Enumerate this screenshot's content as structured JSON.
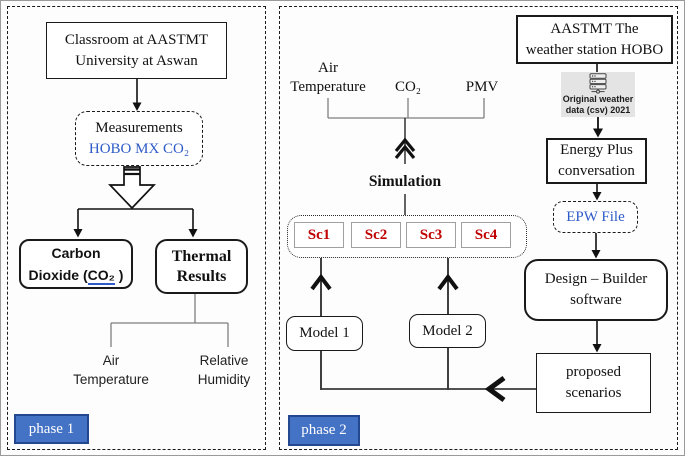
{
  "colors": {
    "accent_blue_text": "#2e5bc7",
    "scenario_red": "#c00000",
    "phase_badge_fill": "#4472c4",
    "phase_badge_border": "#24488f",
    "gray_connector": "#7f7f7f",
    "gray_box_fill": "#e4e4e4"
  },
  "phase1": {
    "badge": "phase 1",
    "classroom": {
      "line1": "Classroom at AASTMT",
      "line2": "University at Aswan"
    },
    "measurements": {
      "line1": "Measurements",
      "line2": "HOBO MX CO₂"
    },
    "carbon": {
      "line1": "Carbon",
      "line2_pre": "Dioxide (",
      "line2_u": "CO₂",
      "line2_post": " )"
    },
    "thermal": {
      "line1": "Thermal",
      "line2": "Results"
    },
    "air_temp": {
      "line1": "Air",
      "line2": "Temperature"
    },
    "rel_hum": {
      "line1": "Relative",
      "line2": "Humidity"
    }
  },
  "phase2": {
    "badge": "phase 2",
    "inputs": {
      "air_temp_line1": "Air",
      "air_temp_line2": "Temperature",
      "co2": "CO₂",
      "pmv": "PMV"
    },
    "simulation": "Simulation",
    "scenarios": [
      "Sc1",
      "Sc2",
      "Sc3",
      "Sc4"
    ],
    "model1": "Model 1",
    "model2": "Model 2",
    "weather_station": {
      "line1": "AASTMT The",
      "line2": "weather station HOBO"
    },
    "weather_data": {
      "line1": "Original weather",
      "line2": "data (csv) 2021",
      "icon": "server-data-icon"
    },
    "energy_plus": {
      "line1": "Energy Plus",
      "line2": "conversation"
    },
    "epw": "EPW File",
    "design_builder": {
      "line1": "Design – Builder",
      "line2": "software"
    },
    "proposed": {
      "line1": "proposed",
      "line2": "scenarios"
    }
  }
}
